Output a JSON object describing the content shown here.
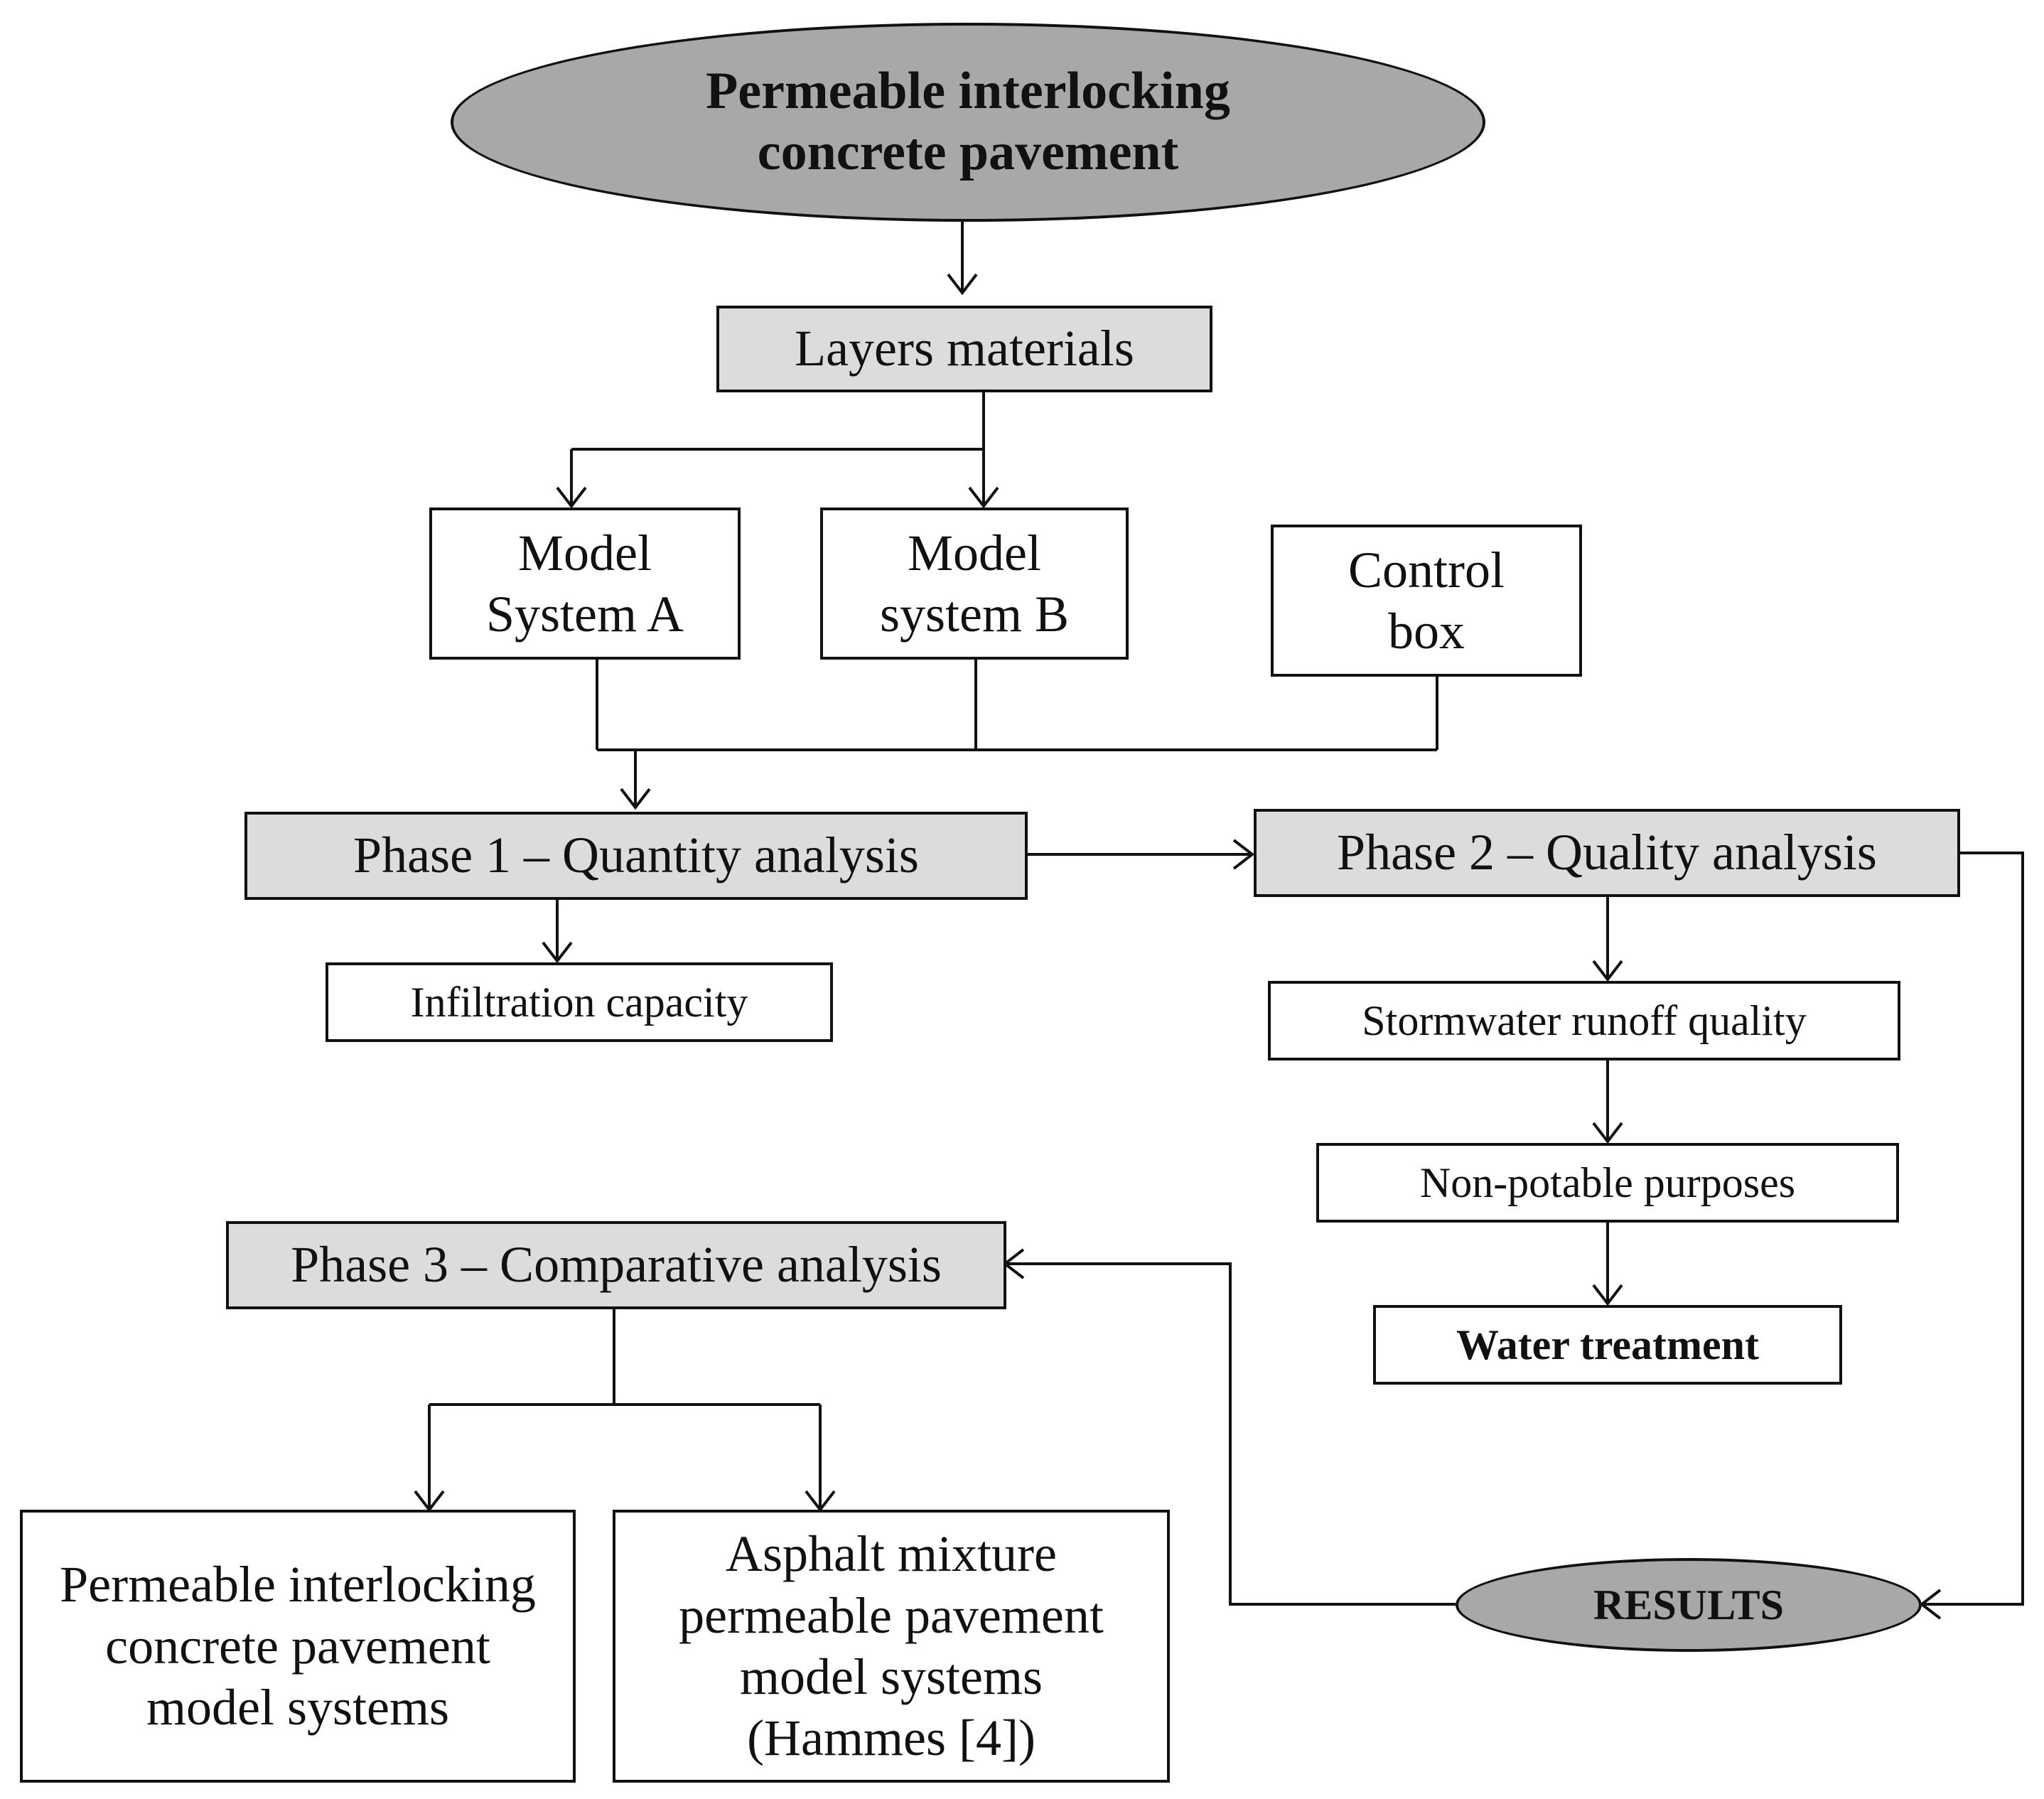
{
  "diagram": {
    "root": "Permeable interlocking concrete pavement",
    "layers": "Layers materials",
    "model_a": "Model System A",
    "model_b": "Model system B",
    "control": "Control box",
    "phase1": "Phase 1 – Quantity analysis",
    "infiltration": "Infiltration capacity",
    "phase2": "Phase 2 – Quality analysis",
    "stormwater": "Stormwater runoff quality",
    "nonpotable": "Non-potable purposes",
    "water_treatment": "Water treatment",
    "phase3": "Phase 3 – Comparative analysis",
    "picp_models": "Permeable interlocking concrete pavement model systems",
    "asphalt_models": "Asphalt mixture permeable pavement model systems (Hammes [4])",
    "results": "RESULTS"
  },
  "colors": {
    "ellipse_fill": "#a8a8a8",
    "phase_box_fill": "#dcdcdc",
    "box_fill": "#ffffff",
    "line": "#111111"
  }
}
